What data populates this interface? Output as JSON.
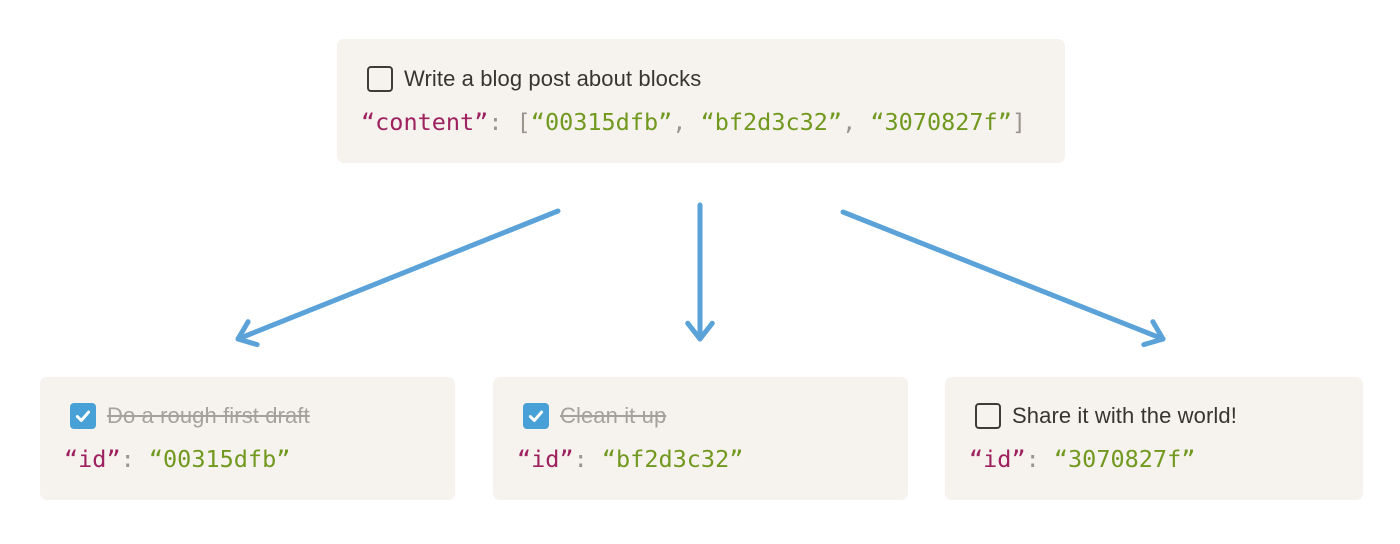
{
  "colors": {
    "page_bg": "#ffffff",
    "card_bg": "#f6f3ee",
    "text": "#37352f",
    "muted": "#a5a29b",
    "code_key": "#9e2160",
    "code_string": "#71991f",
    "code_punct": "#9a968e",
    "checkbox_border": "#3f3c36",
    "checkbox_checked_bg": "#47a0d6",
    "arrow": "#5aa2d8"
  },
  "parent_card": {
    "todo": {
      "label": "Write a blog post about blocks",
      "checked": false
    },
    "code": {
      "key": "“content”",
      "colon": ": ",
      "bracket_open": "[",
      "values": [
        "“00315dfb”",
        "“bf2d3c32”",
        "“3070827f”"
      ],
      "separator": ", ",
      "bracket_close": "]"
    }
  },
  "child_cards": [
    {
      "todo": {
        "label": "Do a rough first draft",
        "checked": true
      },
      "code": {
        "key": "“id”",
        "colon": ": ",
        "value": "“00315dfb”"
      }
    },
    {
      "todo": {
        "label": "Clean it up",
        "checked": true
      },
      "code": {
        "key": "“id”",
        "colon": ": ",
        "value": "“bf2d3c32”"
      }
    },
    {
      "todo": {
        "label": "Share it with the world!",
        "checked": false
      },
      "code": {
        "key": "“id”",
        "colon": ": ",
        "value": "“3070827f”"
      }
    }
  ]
}
